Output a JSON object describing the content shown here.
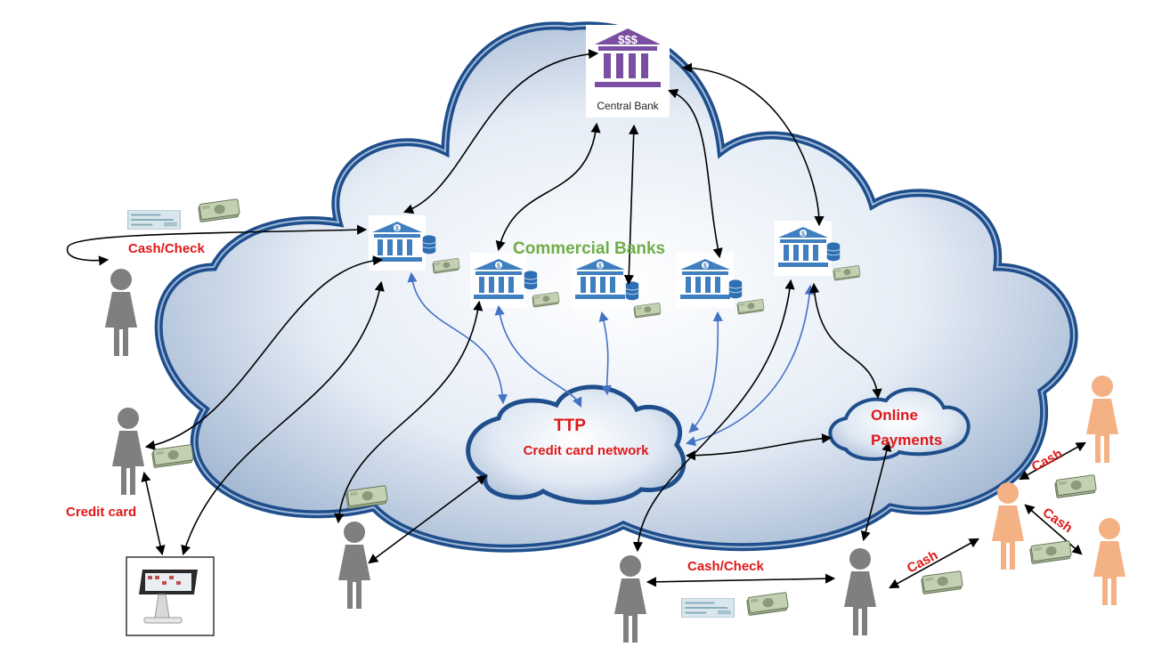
{
  "labels": {
    "central_bank": "Central Bank",
    "commercial_banks": "Commercial Banks",
    "ttp": "TTP",
    "credit_card_network": "Credit card network",
    "online_payments_line1": "Online",
    "online_payments_line2": "Payments",
    "cash_check_left": "Cash/Check",
    "cash_check_bottom": "Cash/Check",
    "credit_card": "Credit card",
    "cash_1": "Cash",
    "cash_2": "Cash",
    "cash_3": "Cash"
  },
  "icons": {
    "central_bank": "bank-dollars-icon",
    "commercial_bank": "bank-coins-icon",
    "person": "person-icon",
    "money": "money-stack-icon",
    "check": "check-icon",
    "pos_terminal": "pos-terminal-icon"
  },
  "colors": {
    "cloud_outline": "#1f4e8c",
    "central_bank_icon": "#7a4fa3",
    "commercial_bank_icon": "#3f7fbf",
    "commercial_banks_text": "#70ad47",
    "label_text": "#e01818",
    "blue_arrows": "#4472c4",
    "black_arrows": "#000000",
    "person_gray": "#7f7f80",
    "person_peach": "#f4b183"
  }
}
